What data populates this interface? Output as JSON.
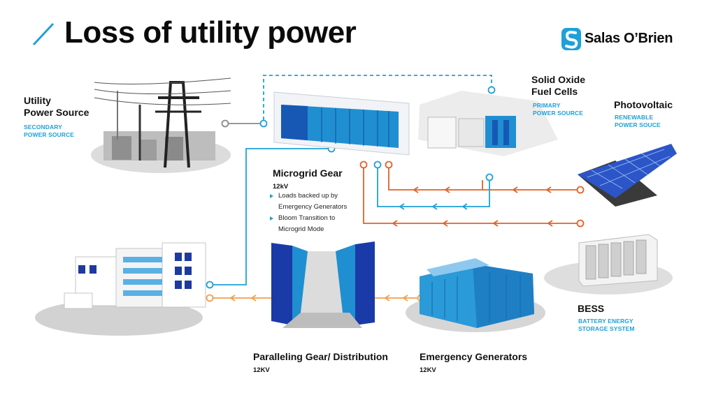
{
  "title": "Loss of utility power",
  "logo": {
    "name": "Salas O’Brien",
    "mark": "s-logo-icon"
  },
  "nodes": {
    "utility": {
      "title_line1": "Utility",
      "title_line2": "Power Source",
      "sub": "SECONDARY",
      "sub2": "POWER SOURCE"
    },
    "fuel_cells": {
      "title_line1": "Solid Oxide",
      "title_line2": "Fuel Cells",
      "sub": "PRIMARY",
      "sub2": "POWER SOURCE"
    },
    "pv": {
      "title": "Photovoltaic",
      "sub": "RENEWABLE",
      "sub2": "POWER SOUCE"
    },
    "microgrid": {
      "title": "Microgrid Gear",
      "kv": "12kV",
      "bullets": [
        "Loads backed up by",
        "Emergency Generators",
        "Bloom Transition to",
        "Microgrid Mode"
      ]
    },
    "bess": {
      "title": "BESS",
      "sub": "BATTERY ENERGY",
      "sub2": "STORAGE SYSTEM"
    },
    "paralleling": {
      "title": "Paralleling Gear/ Distribution",
      "kv": "12KV"
    },
    "generators": {
      "title": "Emergency Generators",
      "kv": "12KV"
    }
  },
  "colors": {
    "blue_accent": "#1fa0d8",
    "orange": "#e0622a",
    "dark_blue": "#1a3c9c",
    "gray_line": "#8a8a8a",
    "orange_light": "#f0a04a"
  }
}
